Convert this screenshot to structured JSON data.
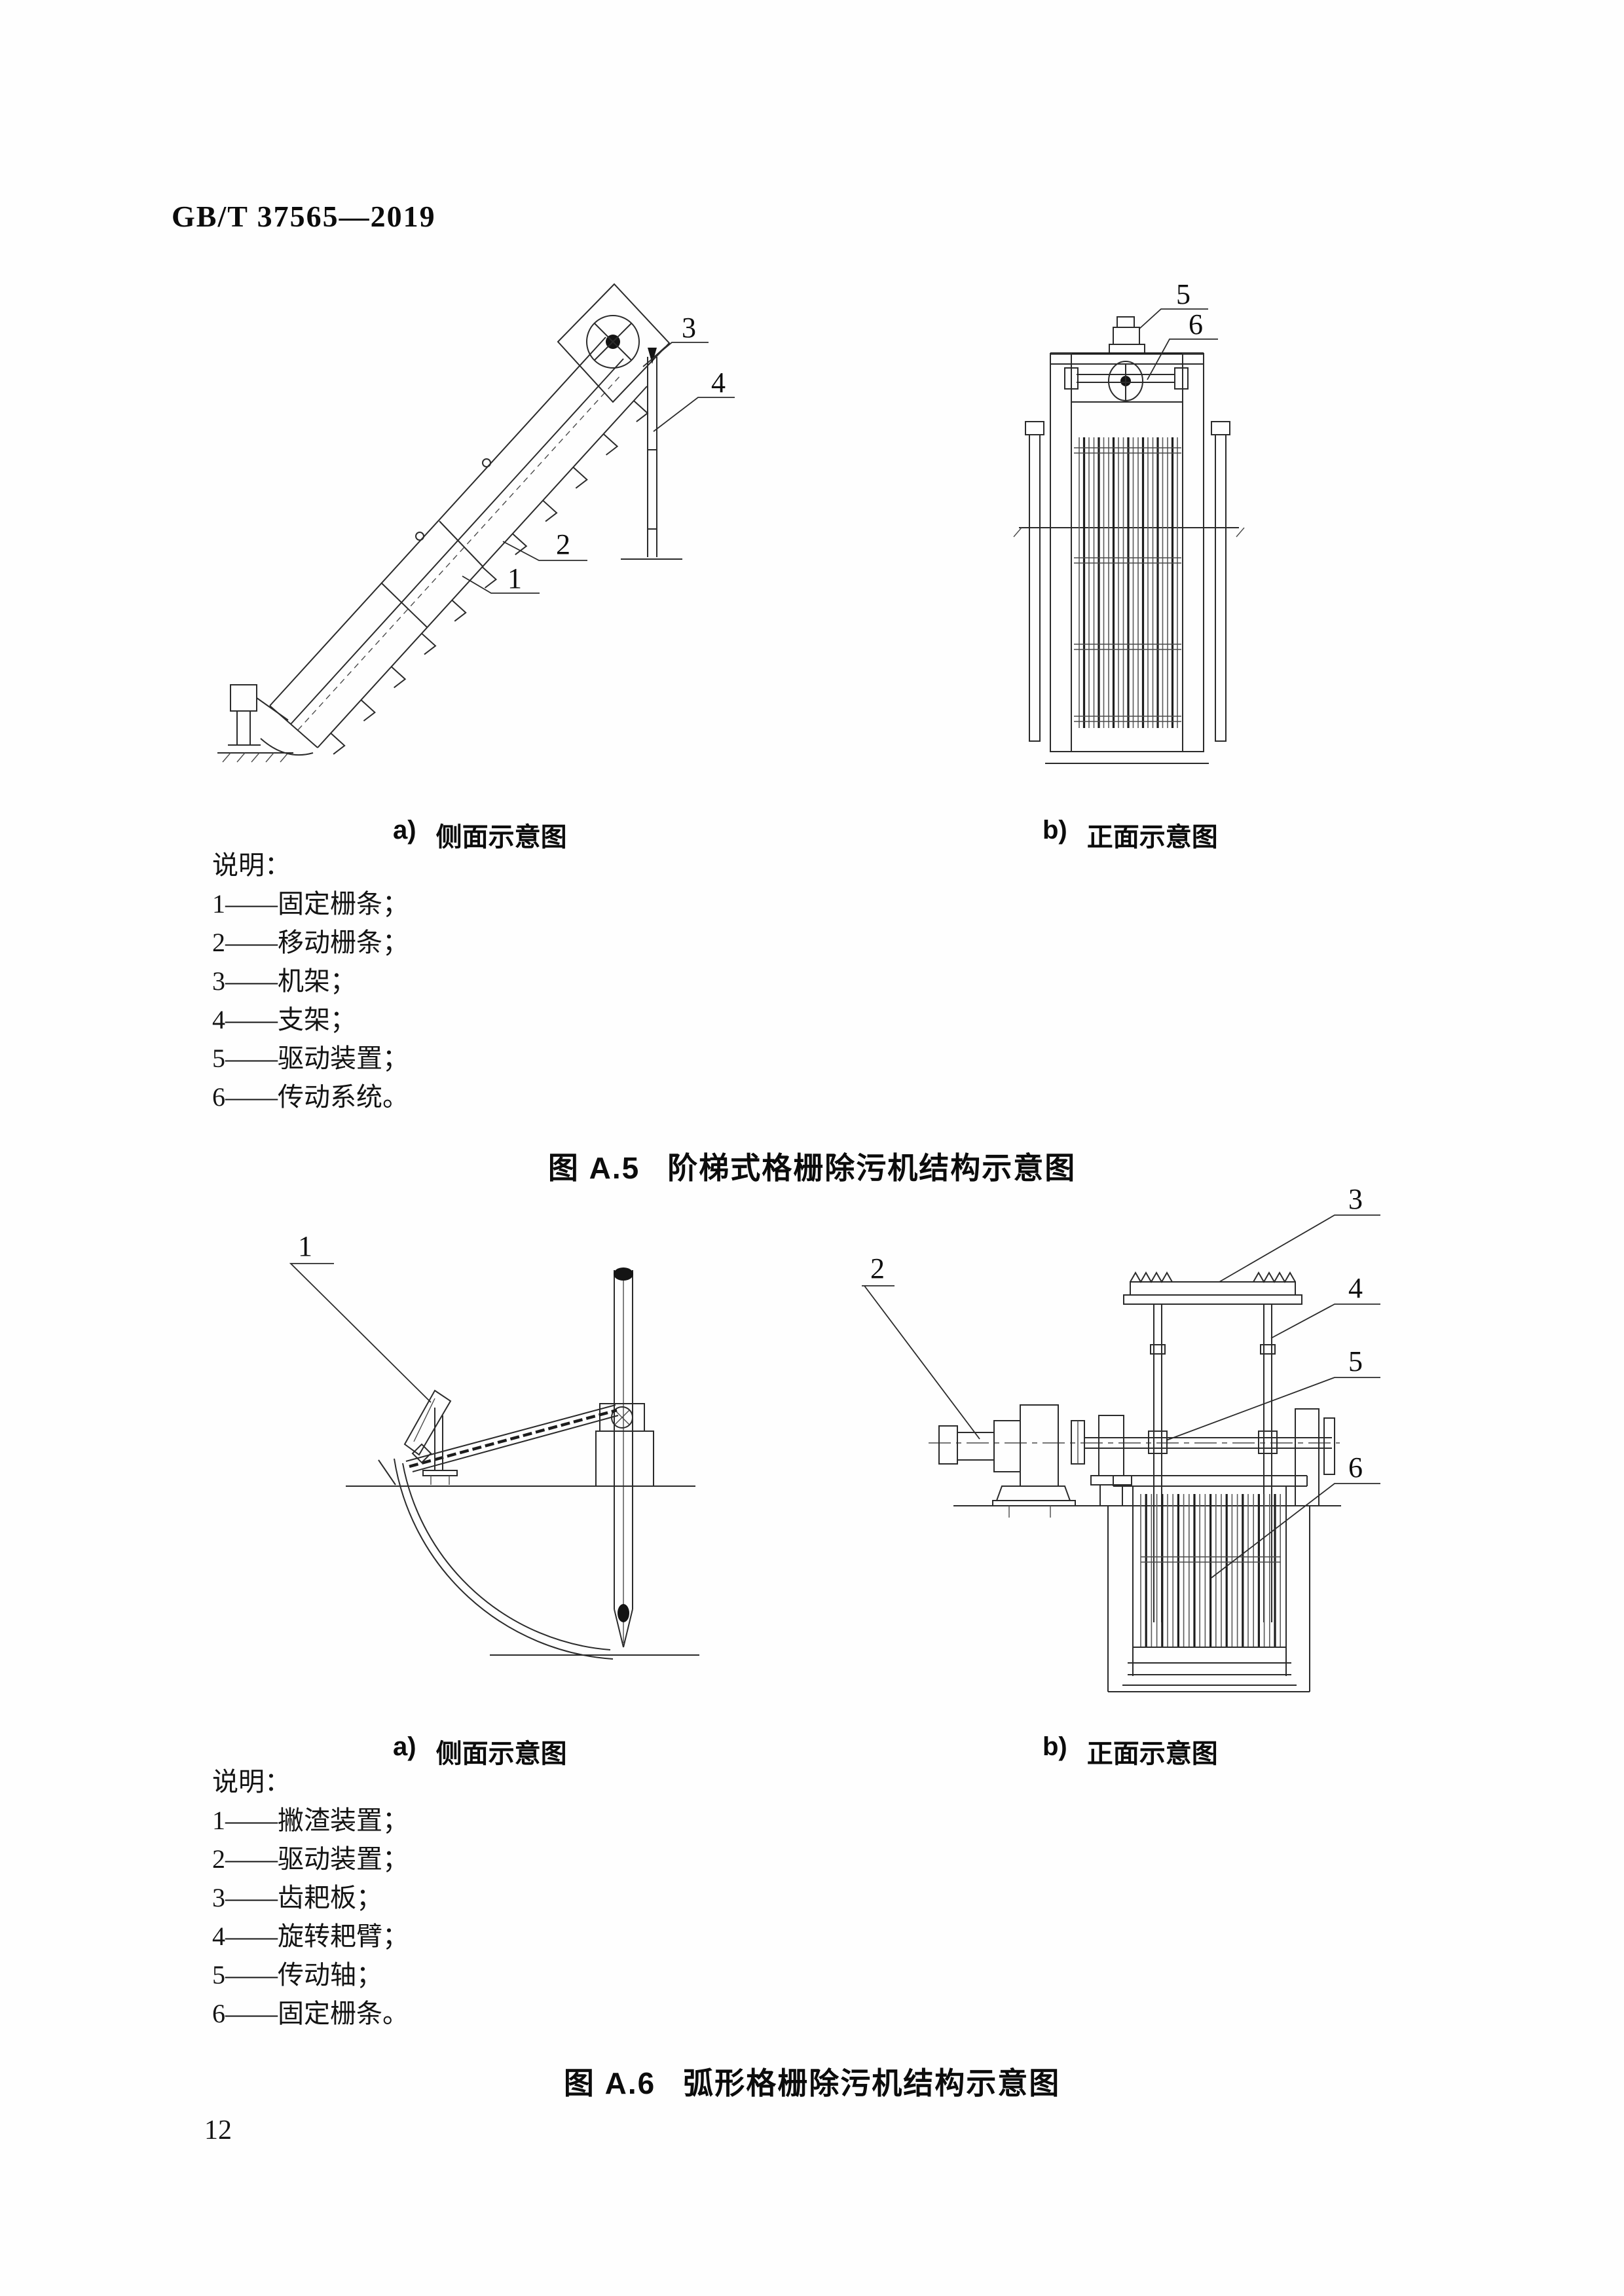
{
  "page": {
    "header": "GB/T 37565—2019",
    "page_number": "12"
  },
  "figure_a5": {
    "caption_label": "图 A.5",
    "caption_title": "阶梯式格栅除污机结构示意图",
    "side_view": {
      "label": "a)",
      "title": "侧面示意图"
    },
    "front_view": {
      "label": "b)",
      "title": "正面示意图"
    },
    "legend": {
      "title": "说明：",
      "items": [
        "1——固定栅条；",
        "2——移动栅条；",
        "3——机架；",
        "4——支架；",
        "5——驱动装置；",
        "6——传动系统。"
      ]
    },
    "callouts": {
      "c1": "1",
      "c2": "2",
      "c3": "3",
      "c4": "4",
      "c5": "5",
      "c6": "6"
    }
  },
  "figure_a6": {
    "caption_label": "图 A.6",
    "caption_title": "弧形格栅除污机结构示意图",
    "side_view": {
      "label": "a)",
      "title": "侧面示意图"
    },
    "front_view": {
      "label": "b)",
      "title": "正面示意图"
    },
    "legend": {
      "title": "说明：",
      "items": [
        "1——撇渣装置；",
        "2——驱动装置；",
        "3——齿耙板；",
        "4——旋转耙臂；",
        "5——传动轴；",
        "6——固定栅条。"
      ]
    },
    "callouts": {
      "c1": "1",
      "c2": "2",
      "c3": "3",
      "c4": "4",
      "c5": "5",
      "c6": "6"
    }
  }
}
